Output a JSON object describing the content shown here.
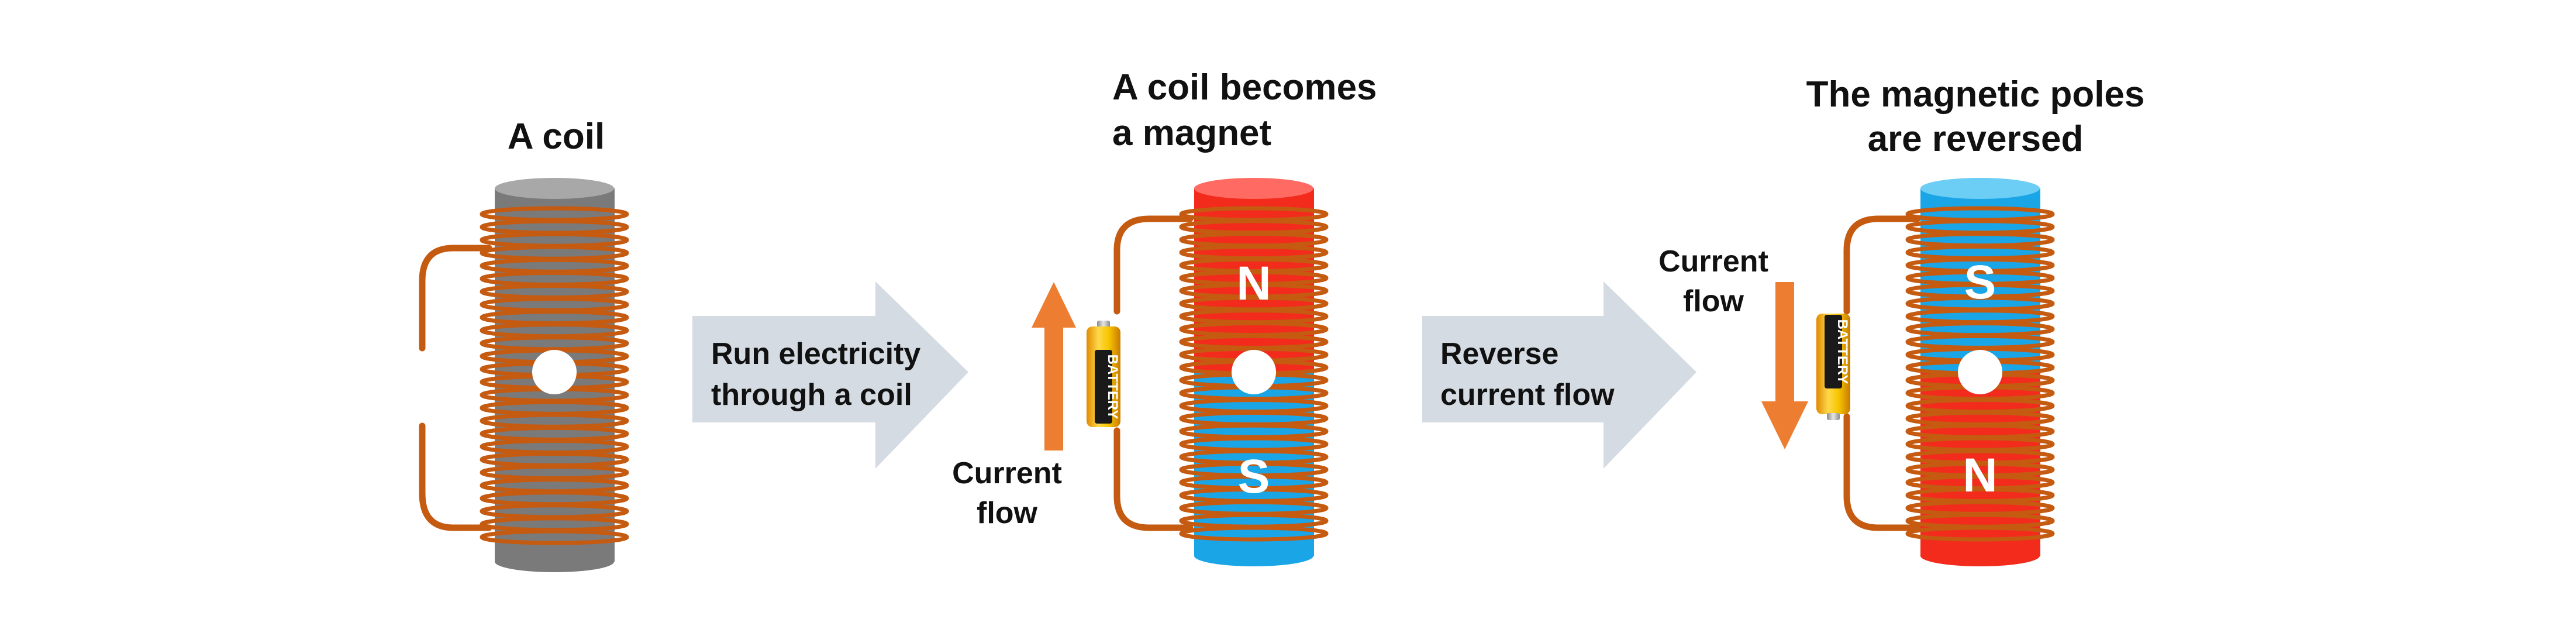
{
  "colors": {
    "wire": "#c55a11",
    "core_gray": "#7a7a7a",
    "core_gray_top": "#a8a8a8",
    "north_red": "#f22b1d",
    "north_red_top": "#ff6b63",
    "south_blue": "#1aa6e6",
    "south_blue_top": "#6ccdf5",
    "arrow_gray": "#d5dbe2",
    "current_arrow": "#ed7d31",
    "battery_yellow": "#f7c600",
    "battery_label": "#1a1a1a"
  },
  "panel1": {
    "title": "A coil"
  },
  "step1": {
    "line1": "Run electricity",
    "line2": "through a coil"
  },
  "panel2": {
    "title_line1": "A coil becomes",
    "title_line2": "a magnet",
    "pole_top": "N",
    "pole_bottom": "S",
    "current_line1": "Current",
    "current_line2": "flow",
    "battery_label": "BATTERY"
  },
  "step2": {
    "line1": "Reverse",
    "line2": "current flow"
  },
  "panel3": {
    "title_line1": "The magnetic poles",
    "title_line2": "are reversed",
    "pole_top": "S",
    "pole_bottom": "N",
    "current_line1": "Current",
    "current_line2": "flow",
    "battery_label": "BATTERY"
  }
}
